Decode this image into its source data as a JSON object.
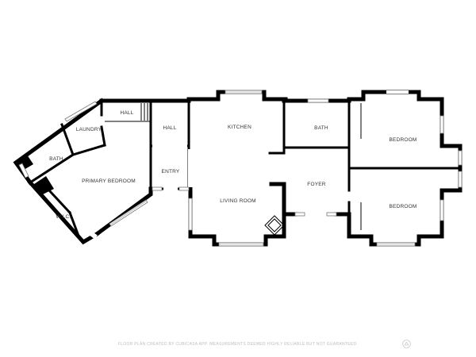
{
  "rooms": {
    "laundry": "LAUNDRY",
    "hall_left": "HALL",
    "hall_center": "HALL",
    "bath_left": "BATH",
    "primary_bedroom": "PRIMARY BEDROOM",
    "wic": "W.I.C.",
    "entry": "ENTRY",
    "kitchen": "KITCHEN",
    "living_room": "LIVING ROOM",
    "bath_top": "BATH",
    "foyer": "FOYER",
    "bedroom_top": "BEDROOM",
    "bedroom_bottom": "BEDROOM"
  },
  "footer": {
    "disclaimer": "FLOOR PLAN CREATED BY CUBICASA APP. MEASUREMENTS DEEMED HIGHLY RELIABLE BUT NOT GUARANTEED."
  },
  "logo_icon": "cubicasa-logo-icon"
}
